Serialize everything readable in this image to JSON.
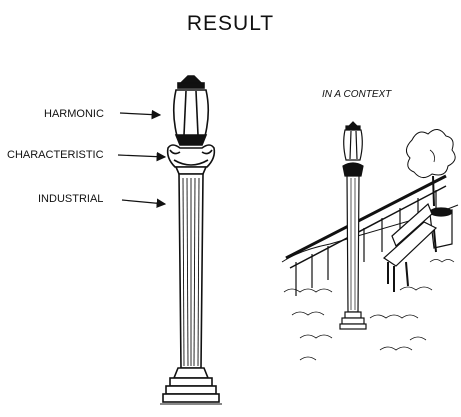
{
  "title": "RESULT",
  "context_title": "IN A CONTEXT",
  "callouts": [
    "HARMONIC",
    "CHARACTERISTIC",
    "INDUSTRIAL"
  ]
}
